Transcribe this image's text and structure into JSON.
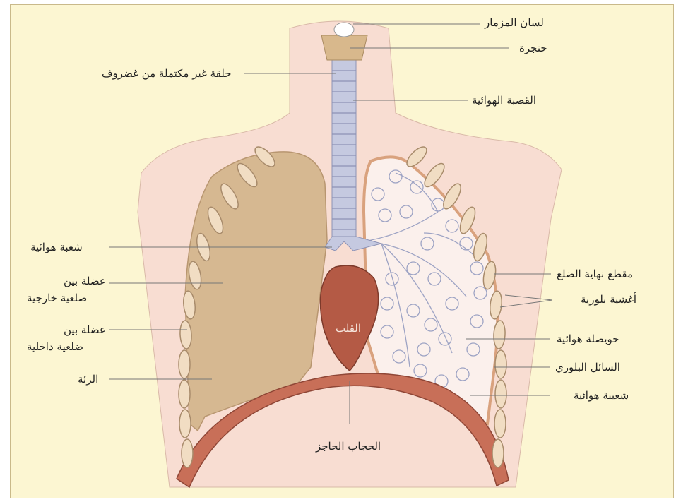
{
  "diagram": {
    "labels": {
      "epiglottis": "لسان المزمار",
      "larynx": "حنجرة",
      "cartilage_ring": "حلقة غير مكتملة من غضروف",
      "trachea": "القصبة الهوائية",
      "bronchus": "شعبة هوائية",
      "external_intercostal_1": "عضلة بين",
      "external_intercostal_2": "ضلعية خارجية",
      "internal_intercostal_1": "عضلة بين",
      "internal_intercostal_2": "ضلعية داخلية",
      "lung": "الرئة",
      "rib_section": "مقطع نهاية الضلع",
      "pleura": "أغشية بلورية",
      "heart": "القلب",
      "alveolus": "حويصلة هوائية",
      "pleural_fluid": "السائل البلوري",
      "bronchiole": "شعيبة هوائية",
      "diaphragm": "الحجاب الحاجز"
    },
    "colors": {
      "background": "#fcf6d2",
      "body": "#f8ddd2",
      "lung": "#d6b891",
      "heart": "#b45a45",
      "diaphragm": "#c86f58",
      "trachea": "#b7bcd6",
      "rib": "#e8c9a8"
    }
  }
}
